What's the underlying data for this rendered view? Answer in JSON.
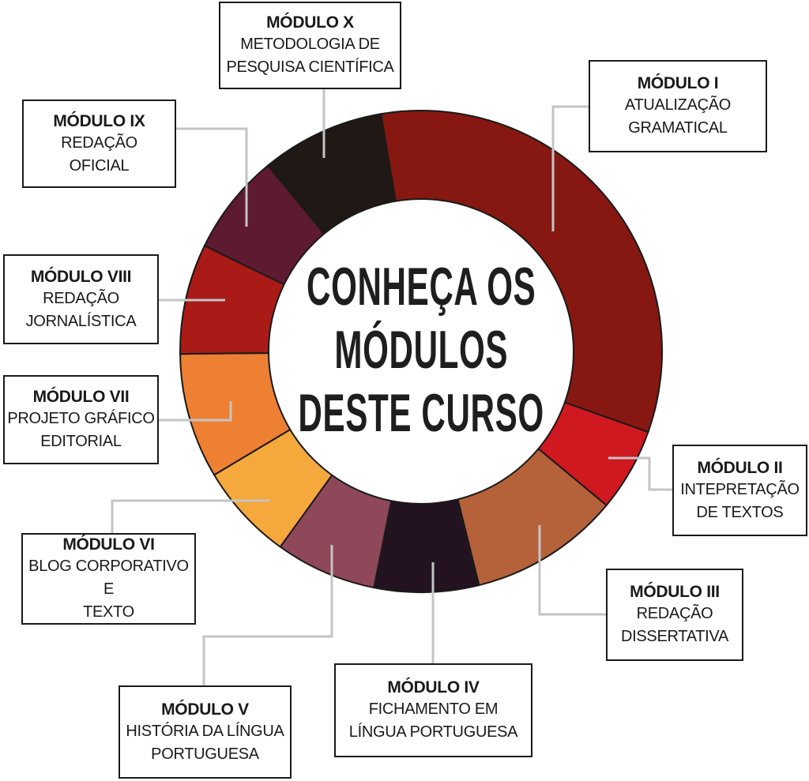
{
  "center_title": [
    "CONHEÇA OS",
    "MÓDULOS",
    "DESTE CURSO"
  ],
  "chart_data": {
    "type": "pie",
    "title": "CONHEÇA OS MÓDULOS DESTE CURSO",
    "categories": [
      "MÓDULO I",
      "MÓDULO II",
      "MÓDULO III",
      "MÓDULO IV",
      "MÓDULO V",
      "MÓDULO VI",
      "MÓDULO VII",
      "MÓDULO VIII",
      "MÓDULO IX",
      "MÓDULO X"
    ],
    "values": [
      33.1,
      5.6,
      10.1,
      7.0,
      6.8,
      6.5,
      8.4,
      7.4,
      6.8,
      8.3
    ],
    "start_angle_deg": -9.6,
    "colors": [
      "#861811",
      "#d01820",
      "#b5623a",
      "#231320",
      "#8f485a",
      "#f5a83c",
      "#ee8033",
      "#aa1a17",
      "#5e1a30",
      "#1f1815"
    ]
  },
  "modules": [
    {
      "title": "MÓDULO I",
      "desc": "ATUALIZAÇÃO\nGRAMATICAL"
    },
    {
      "title": "MÓDULO II",
      "desc": "INTEPRETAÇÃO\nDE TEXTOS"
    },
    {
      "title": "MÓDULO III",
      "desc": "REDAÇÃO\nDISSERTATIVA"
    },
    {
      "title": "MÓDULO IV",
      "desc": "FICHAMENTO EM\nLÍNGUA PORTUGUESA"
    },
    {
      "title": "MÓDULO V",
      "desc": "HISTÓRIA DA LÍNGUA\nPORTUGUESA"
    },
    {
      "title": "MÓDULO VI",
      "desc": "BLOG CORPORATIVO E\nTEXTO"
    },
    {
      "title": "MÓDULO VII",
      "desc": "PROJETO GRÁFICO\nEDITORIAL"
    },
    {
      "title": "MÓDULO VIII",
      "desc": "REDAÇÃO\nJORNALÍSTICA"
    },
    {
      "title": "MÓDULO IX",
      "desc": "REDAÇÃO\nOFICIAL"
    },
    {
      "title": "MÓDULO X",
      "desc": "METODOLOGIA DE\nPESQUISA CIENTÍFICA"
    }
  ]
}
